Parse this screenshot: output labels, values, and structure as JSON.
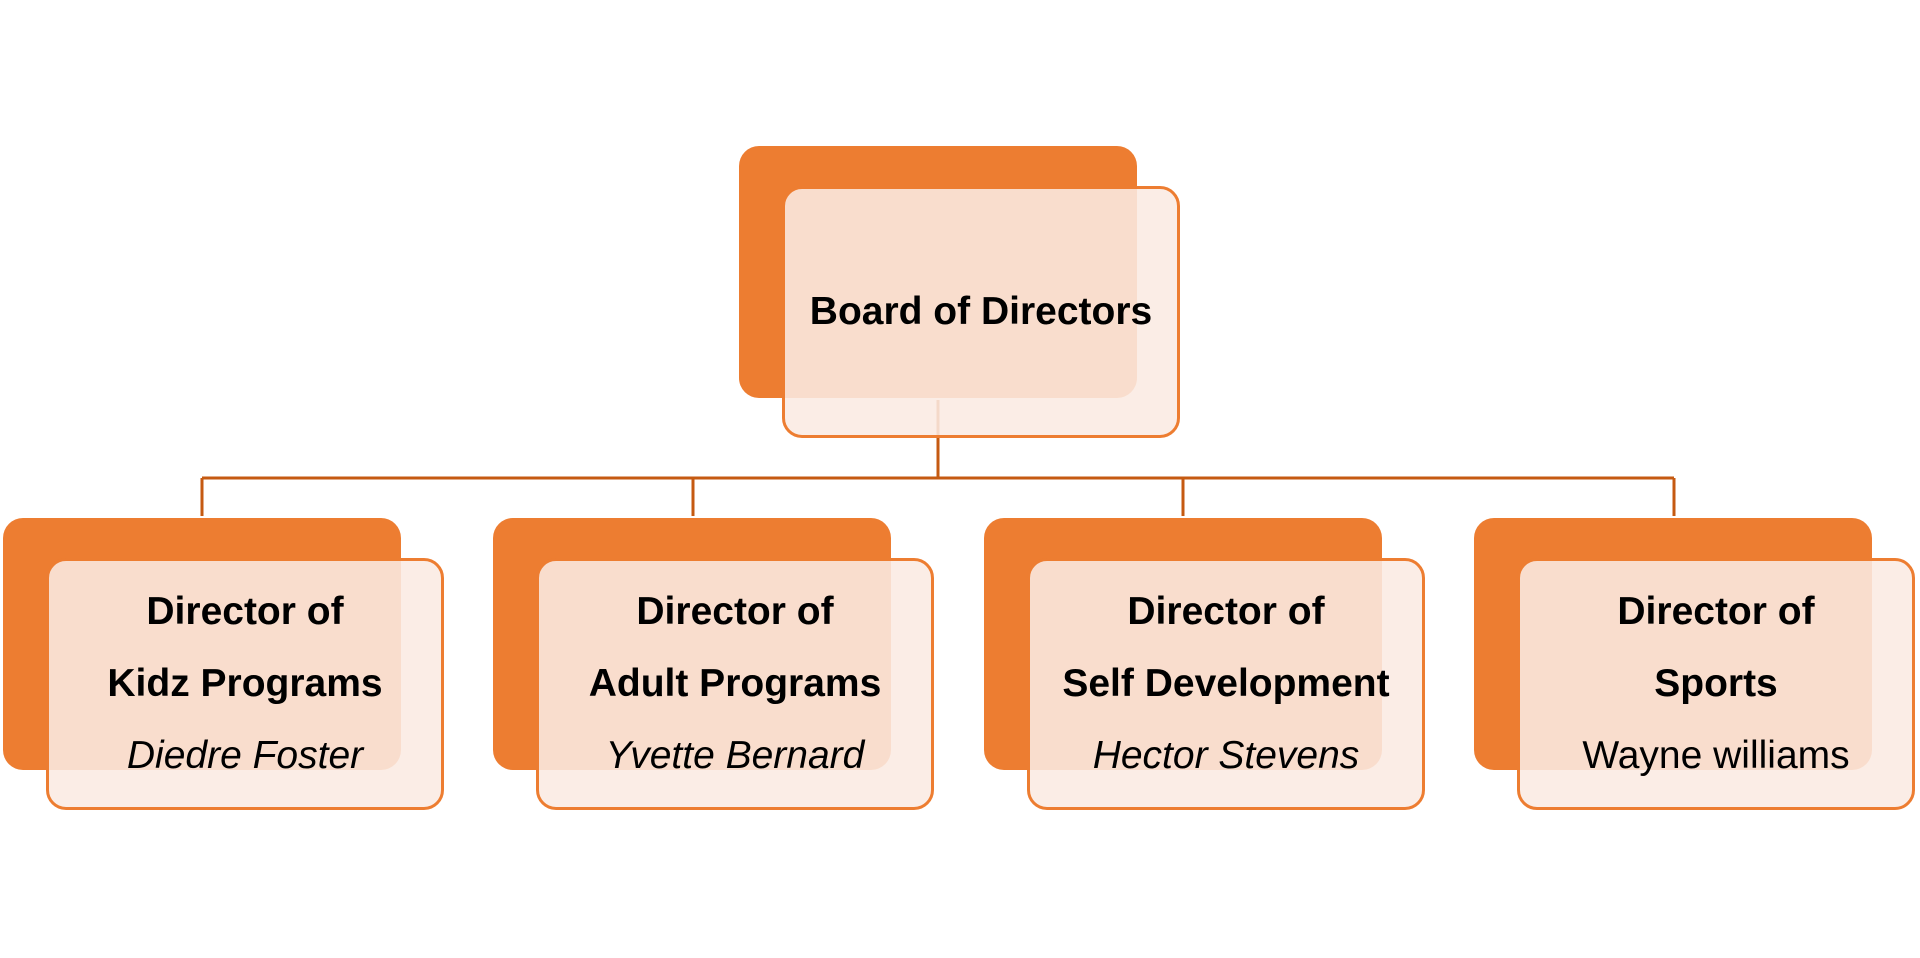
{
  "org_chart": {
    "root": {
      "title": "Board of Directors"
    },
    "children": [
      {
        "title_line1": "Director of",
        "title_line2": "Kidz Programs",
        "person": "Diedre Foster"
      },
      {
        "title_line1": "Director of",
        "title_line2": "Adult Programs",
        "person": "Yvette Bernard"
      },
      {
        "title_line1": "Director of",
        "title_line2": "Self Development",
        "person": "Hector Stevens"
      },
      {
        "title_line1": "Director of",
        "title_line2": "Sports",
        "person": "Wayne williams"
      }
    ]
  },
  "colors": {
    "accent": "#ED7D31",
    "card_fill": "#FBEAE2",
    "connector": "#C55A11",
    "text": "#000000"
  }
}
